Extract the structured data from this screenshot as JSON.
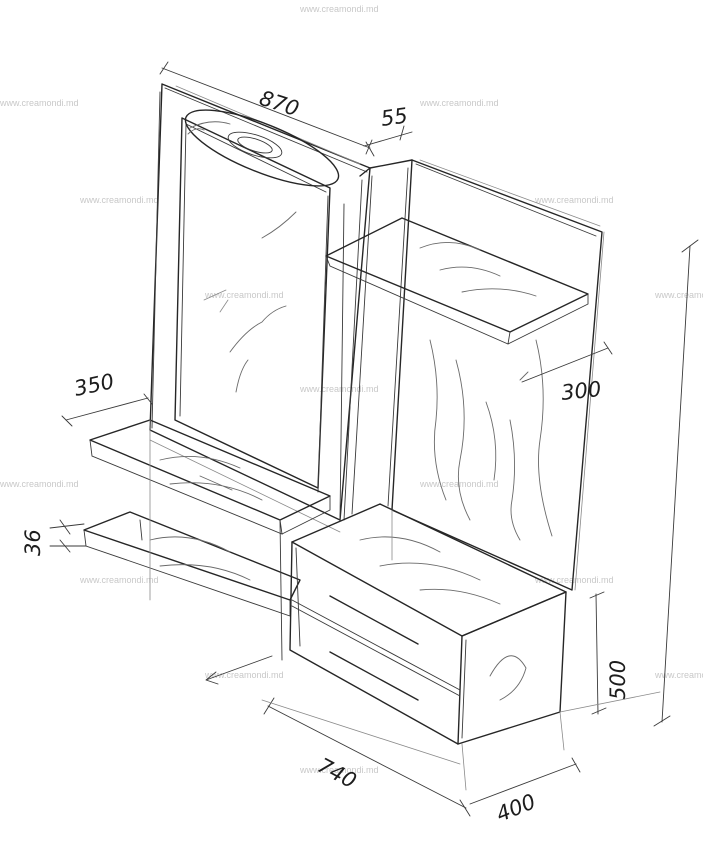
{
  "dimensions": {
    "width_top": "870",
    "gap_top": "55",
    "shelf_depth": "350",
    "right_shelf": "300",
    "shelf_thickness": "36",
    "cabinet_height": "500",
    "cabinet_width": "740",
    "cabinet_depth": "400"
  },
  "watermark": "www.creamondi.md"
}
